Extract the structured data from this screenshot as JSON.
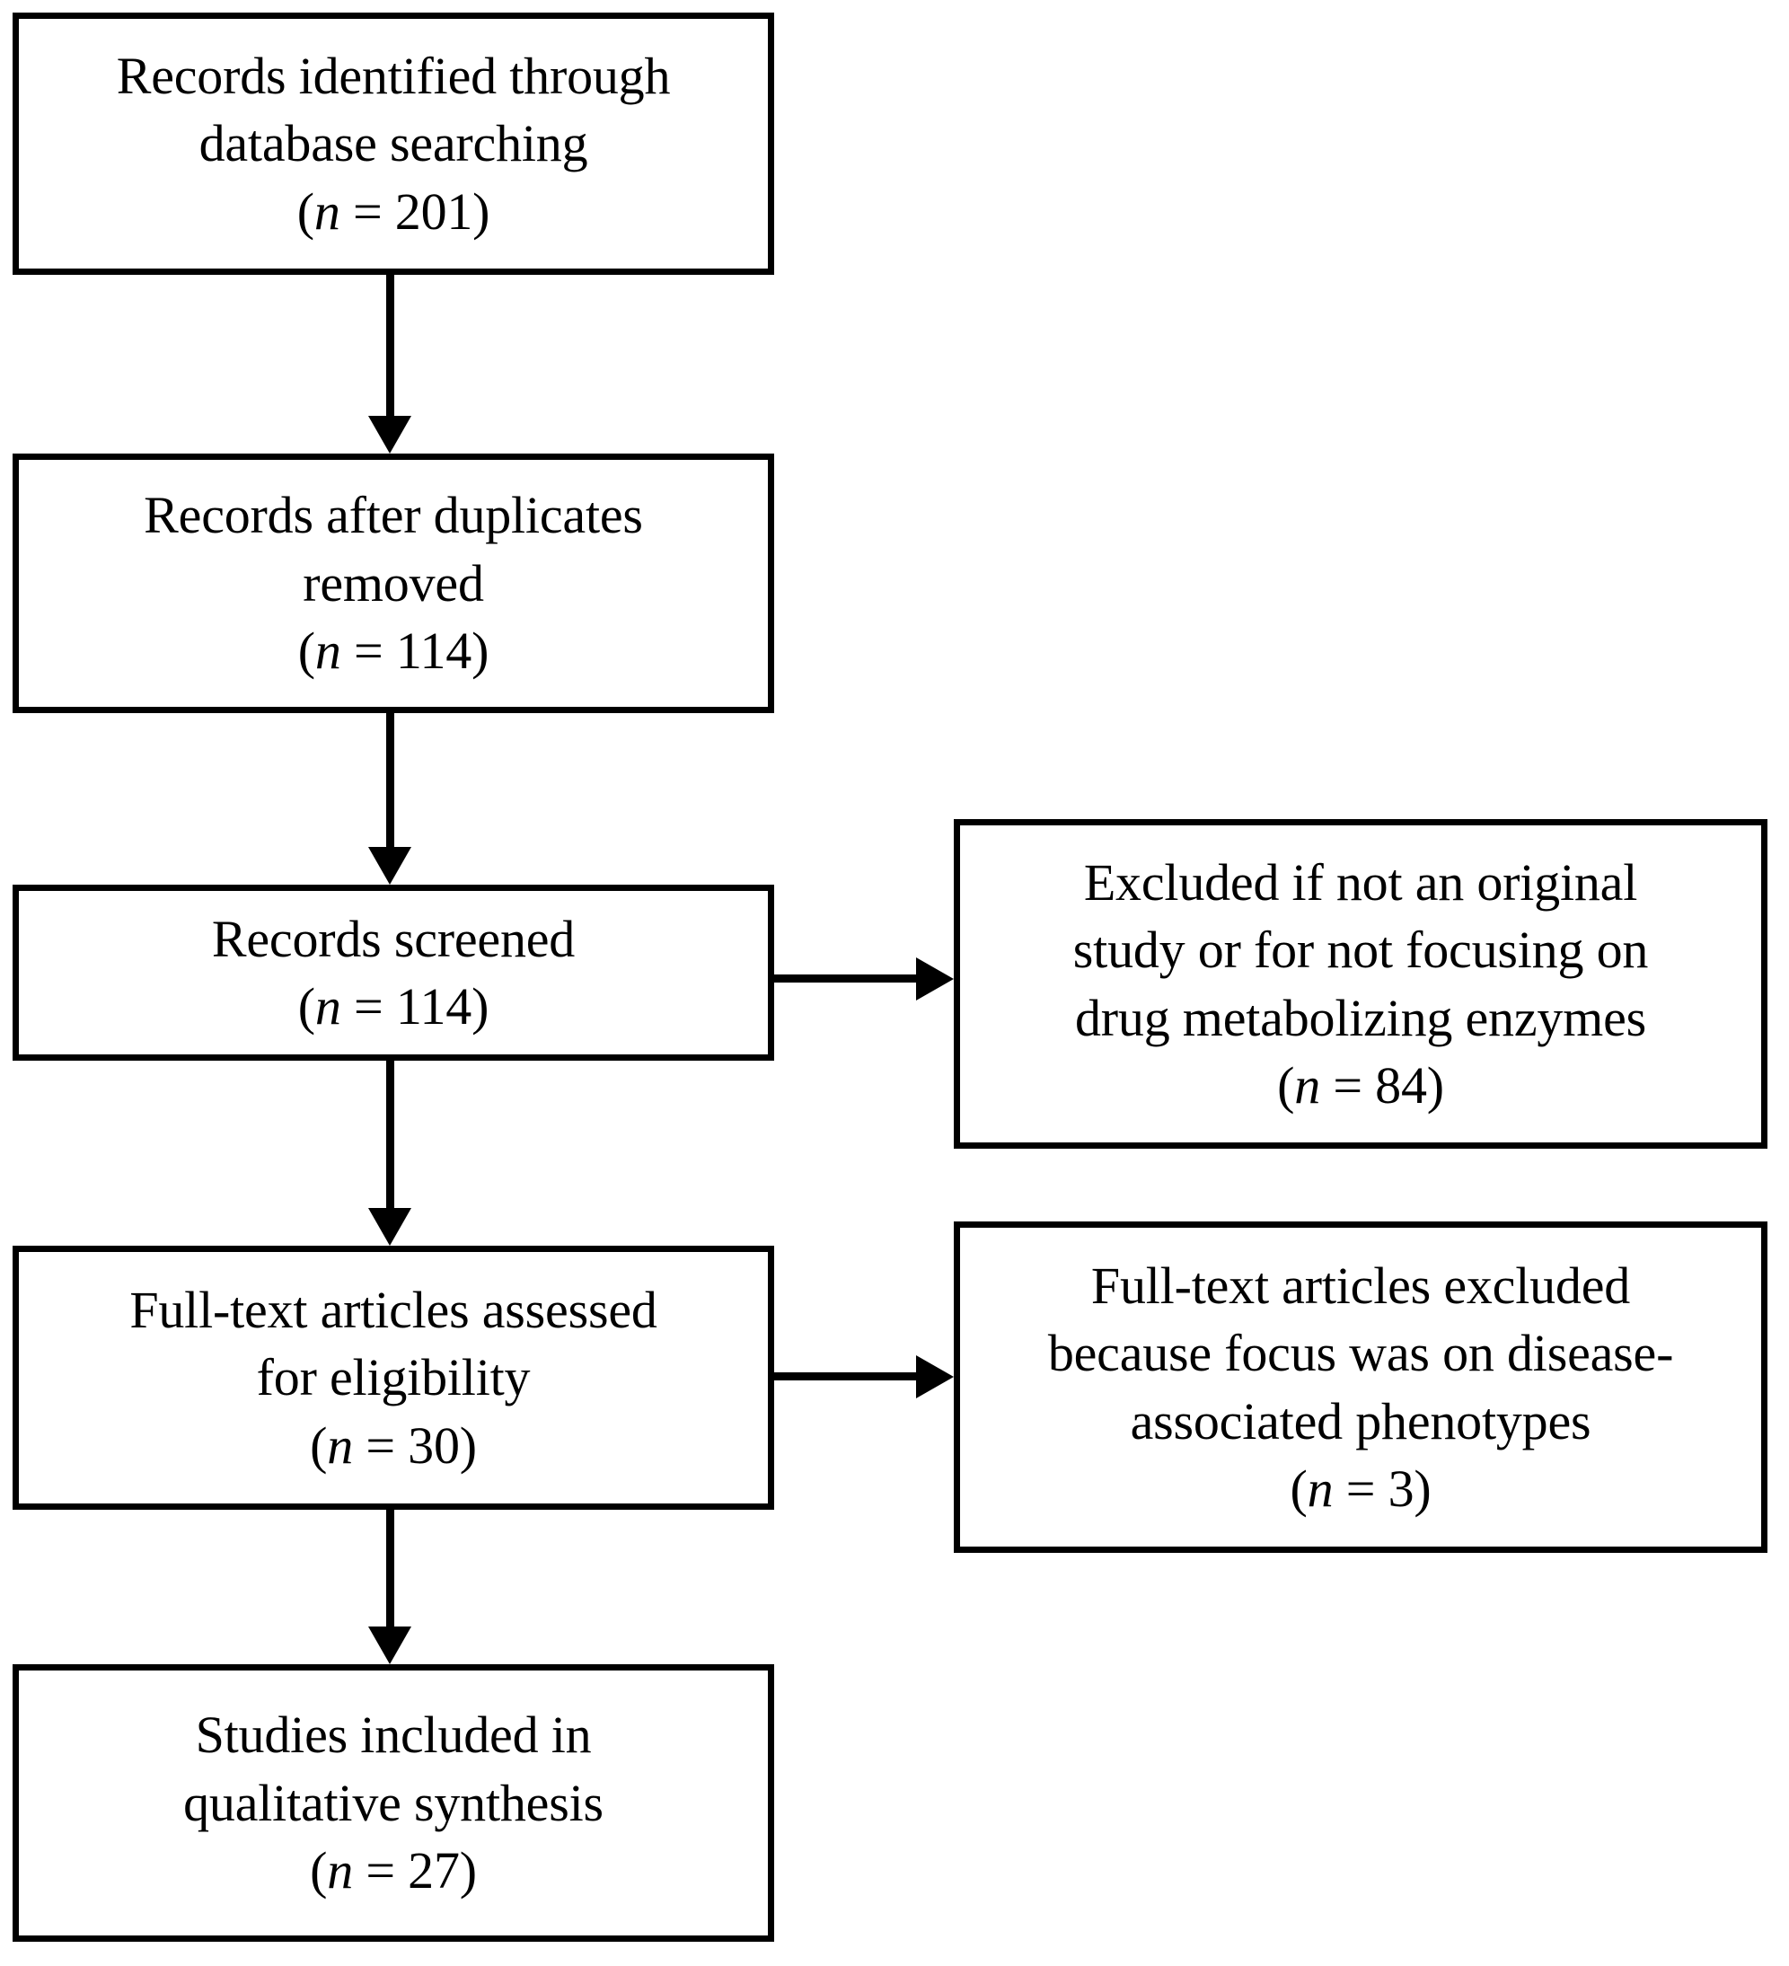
{
  "diagram": {
    "title": "PRISMA study selection flow diagram",
    "type": "flowchart",
    "colors": {
      "stroke": "#000000",
      "fill": "#ffffff",
      "text": "#000000"
    },
    "nodes": [
      {
        "id": "identified",
        "line1": "Records identified through",
        "line2": "database searching",
        "count_label": "(n = 201)",
        "n": 201
      },
      {
        "id": "after-duplicates",
        "line1": "Records after duplicates",
        "line2": "removed",
        "count_label": "(n = 114)",
        "n": 114
      },
      {
        "id": "screened",
        "line1": "Records screened",
        "line2": "",
        "count_label": "(n = 114)",
        "n": 114
      },
      {
        "id": "excluded-not-original",
        "line1": "Excluded if not an original",
        "line2": "study or for not focusing on",
        "line3": "drug metabolizing enzymes",
        "count_label": "(n = 84)",
        "n": 84
      },
      {
        "id": "fulltext-assessed",
        "line1": "Full-text articles assessed",
        "line2": "for eligibility",
        "count_label": "(n = 30)",
        "n": 30
      },
      {
        "id": "fulltext-excluded",
        "line1": "Full-text articles excluded",
        "line2": "because focus was on disease-",
        "line3": "associated phenotypes",
        "count_label": "(n = 3)",
        "n": 3
      },
      {
        "id": "included",
        "line1": "Studies included in",
        "line2": "qualitative synthesis",
        "count_label": "(n = 27)",
        "n": 27
      }
    ],
    "edges": [
      {
        "from": "identified",
        "to": "after-duplicates",
        "direction": "down"
      },
      {
        "from": "after-duplicates",
        "to": "screened",
        "direction": "down"
      },
      {
        "from": "screened",
        "to": "excluded-not-original",
        "direction": "right"
      },
      {
        "from": "screened",
        "to": "fulltext-assessed",
        "direction": "down"
      },
      {
        "from": "fulltext-assessed",
        "to": "fulltext-excluded",
        "direction": "right"
      },
      {
        "from": "fulltext-assessed",
        "to": "included",
        "direction": "down"
      }
    ]
  }
}
